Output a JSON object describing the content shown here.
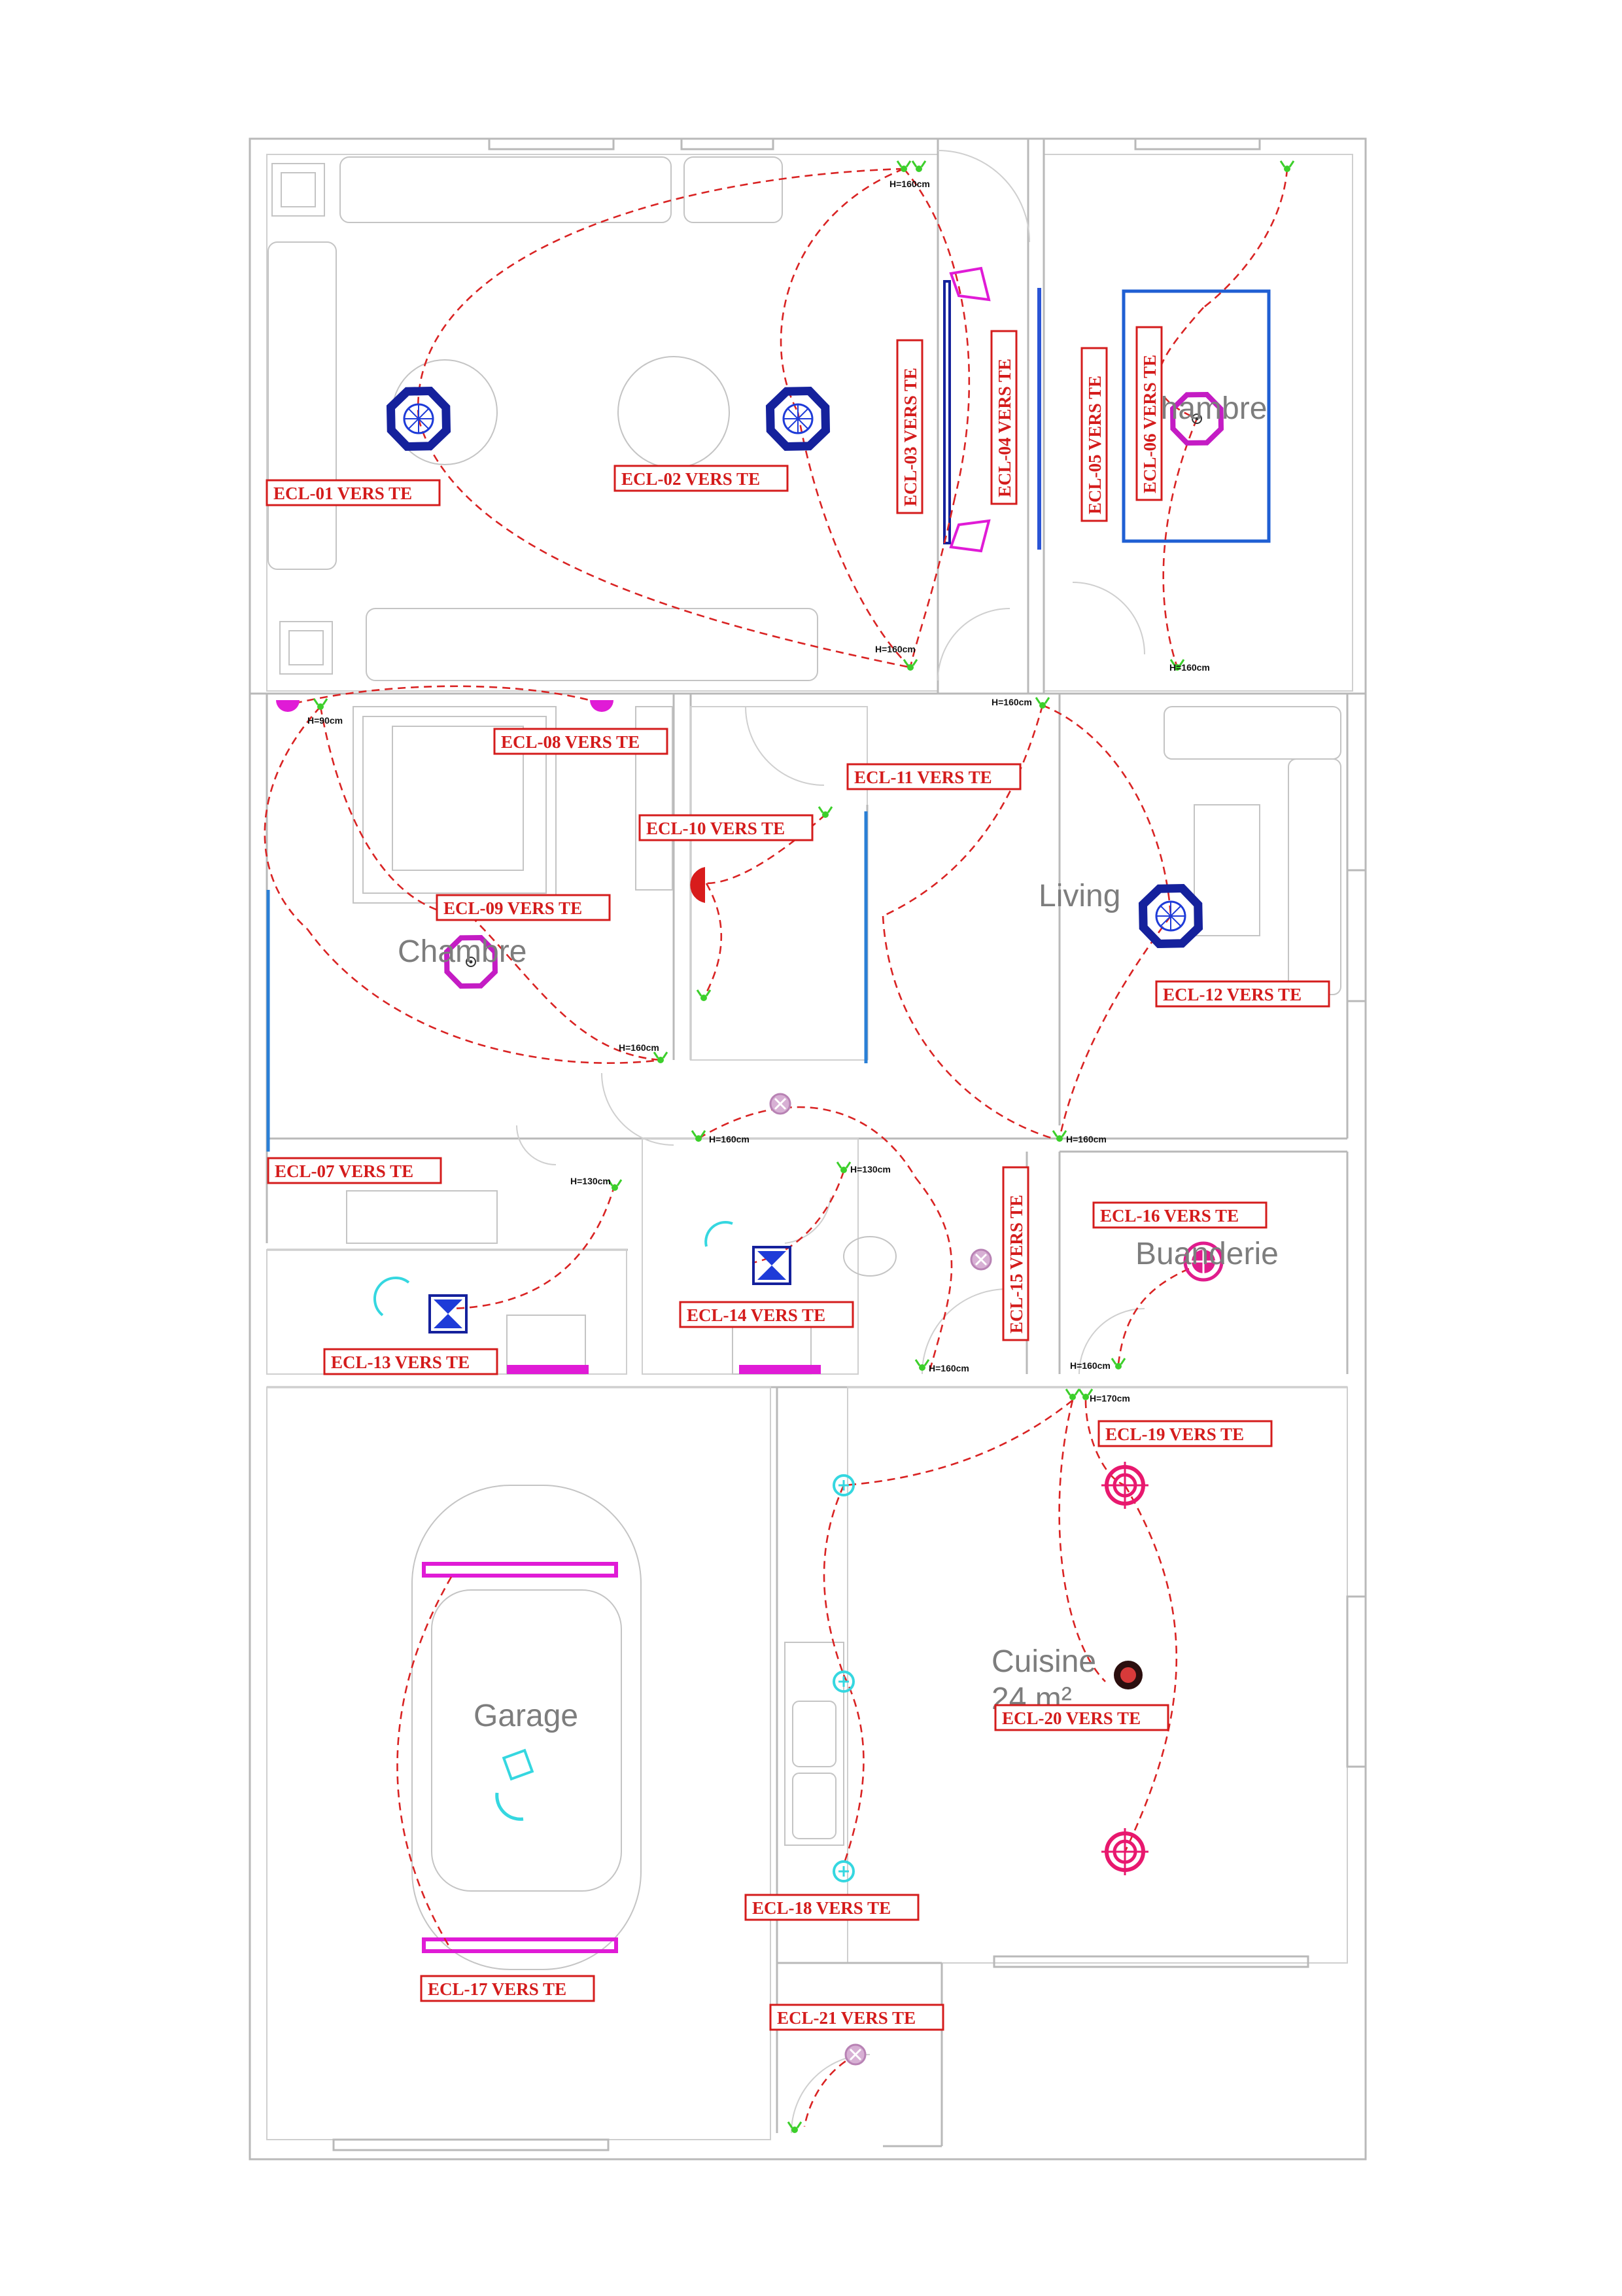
{
  "rooms": {
    "chambre_1": "Chambre",
    "chambre_2": "Chambre",
    "living": "Living",
    "buanderie": "Buanderie",
    "garage": "Garage",
    "cuisine": "Cuisine",
    "cuisine_area": "24 m²"
  },
  "circuits": [
    "ECL-01 VERS TE",
    "ECL-02 VERS TE",
    "ECL-03 VERS TE",
    "ECL-04 VERS TE",
    "ECL-05 VERS TE",
    "ECL-06 VERS TE",
    "ECL-07 VERS TE",
    "ECL-08 VERS TE",
    "ECL-09 VERS TE",
    "ECL-10 VERS TE",
    "ECL-11 VERS TE",
    "ECL-12 VERS TE",
    "ECL-13 VERS TE",
    "ECL-14 VERS TE",
    "ECL-15 VERS TE",
    "ECL-16 VERS TE",
    "ECL-17 VERS TE",
    "ECL-18 VERS TE",
    "ECL-19 VERS TE",
    "ECL-20 VERS TE",
    "ECL-21 VERS TE"
  ],
  "heights": {
    "h160": "H=160cm",
    "h130": "H=130cm",
    "h90": "H=90cm",
    "h170": "H=170cm"
  },
  "colors": {
    "wiring": "#d92323",
    "label": "#d41c1c",
    "ceiling_light": "#15219c",
    "wall_light": "#e01bd6",
    "switch": "#3ccf2b",
    "kitchen_light": "#e8186e",
    "outdoor_light": "#c99ac6",
    "cyan_spot": "#35d7e0"
  },
  "legend_icons": {
    "ceiling": "octagon-ceiling-light-icon",
    "switch": "switch-icon",
    "wall_lamp": "wall-lamp-icon"
  }
}
